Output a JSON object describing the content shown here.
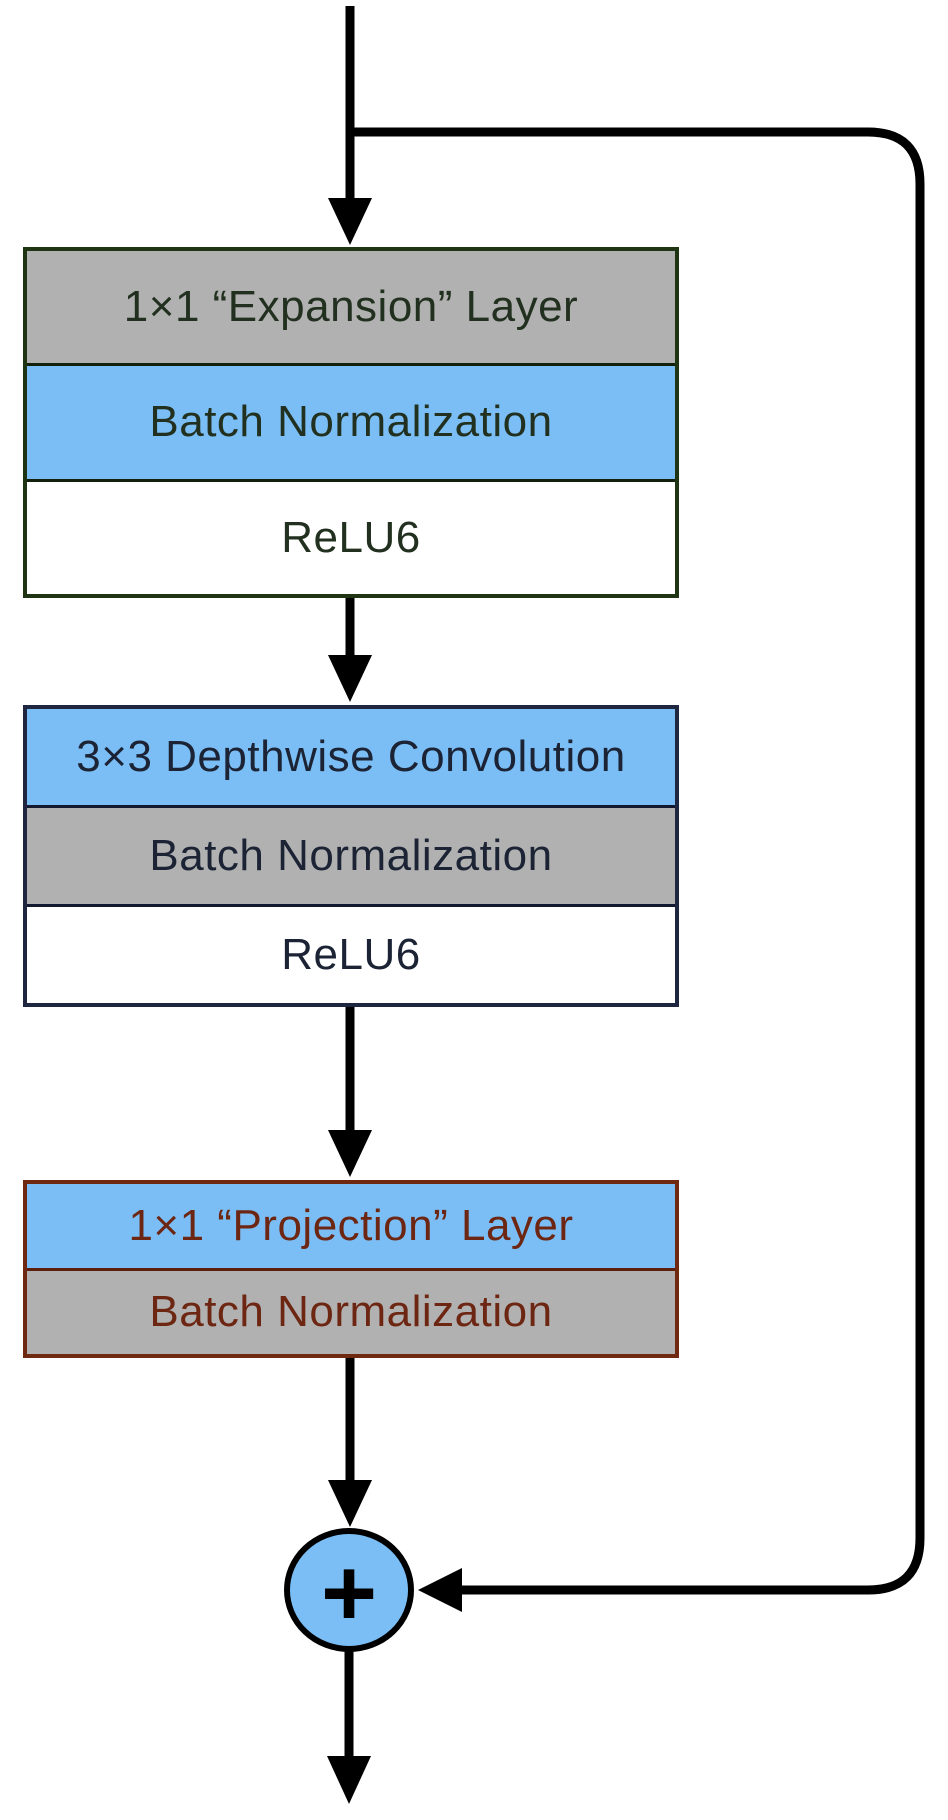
{
  "diagram_type": "neural-network-residual-block",
  "colors": {
    "row_gray_fill": "#b1b1b1",
    "row_blue_fill": "#7bbef5",
    "row_white_fill": "#ffffff",
    "expansion_border": "#1e3413",
    "expansion_text": "#22301f",
    "depthwise_border": "#1f2640",
    "depthwise_text": "#1b2334",
    "projection_border": "#702911",
    "projection_text": "#6d2612",
    "adder_fill": "#7bbef5",
    "line_color": "#000000"
  },
  "blocks": [
    {
      "id": "expansion-block",
      "rows": [
        {
          "label": "1×1 “Expansion” Layer",
          "fill": "gray"
        },
        {
          "label": "Batch Normalization",
          "fill": "blue"
        },
        {
          "label": "ReLU6",
          "fill": "white"
        }
      ]
    },
    {
      "id": "depthwise-block",
      "rows": [
        {
          "label": "3×3 Depthwise Convolution",
          "fill": "blue"
        },
        {
          "label": "Batch Normalization",
          "fill": "gray"
        },
        {
          "label": "ReLU6",
          "fill": "white"
        }
      ]
    },
    {
      "id": "projection-block",
      "rows": [
        {
          "label": "1×1 “Projection” Layer",
          "fill": "blue"
        },
        {
          "label": "Batch Normalization",
          "fill": "gray"
        }
      ]
    }
  ],
  "adder": {
    "symbol": "+"
  }
}
